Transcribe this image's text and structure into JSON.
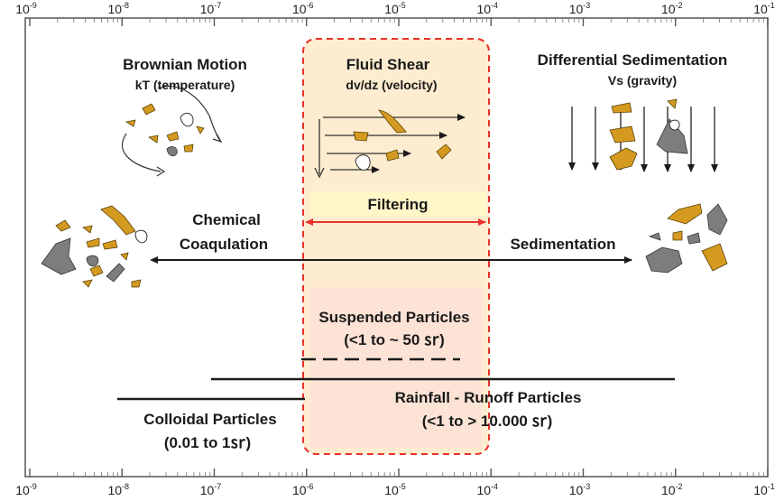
{
  "axis": {
    "tick_labels": [
      "10-9",
      "10-8",
      "10-7",
      "10-6",
      "10-5",
      "10-4",
      "10-3",
      "10-2",
      "10-1"
    ],
    "tick_bases": [
      "10",
      "10",
      "10",
      "10",
      "10",
      "10",
      "10",
      "10",
      "10"
    ],
    "tick_exponents": [
      "-9",
      "-8",
      "-7",
      "-6",
      "-5",
      "-4",
      "-3",
      "-2",
      "-1"
    ]
  },
  "labels": {
    "brownian_title": "Brownian Motion",
    "brownian_sub": "kT (temperature)",
    "shear_title": "Fluid Shear",
    "shear_sub": "dv/dz (velocity)",
    "diffsed_title": "Differential Sedimentation",
    "diffsed_sub": "Vs (gravity)",
    "filtering": "Filtering",
    "chemical_line1": "Chemical",
    "chemical_line2": "Coaqulation",
    "sedimentation": "Sedimentation",
    "suspended_title": "Suspended Particles",
    "suspended_range": "(<1 to ~ 50 ㏛)",
    "rainfall_title": "Rainfall - Runoff Particles",
    "rainfall_range": "(<1 to > 10.000 ㏛)",
    "colloidal_title": "Colloidal Particles",
    "colloidal_range": "(0.01 to 1㏛)"
  },
  "colors": {
    "highlight_fill": "#fdeccf",
    "highlight_border": "#e8322b",
    "filter_band": "#fff7c8",
    "lower_fill": "#fde3d6",
    "particle_gold": "#d49a1f",
    "particle_gray": "#7d7d7d",
    "arrow": "#1a1a1a",
    "frame": "#555555"
  }
}
